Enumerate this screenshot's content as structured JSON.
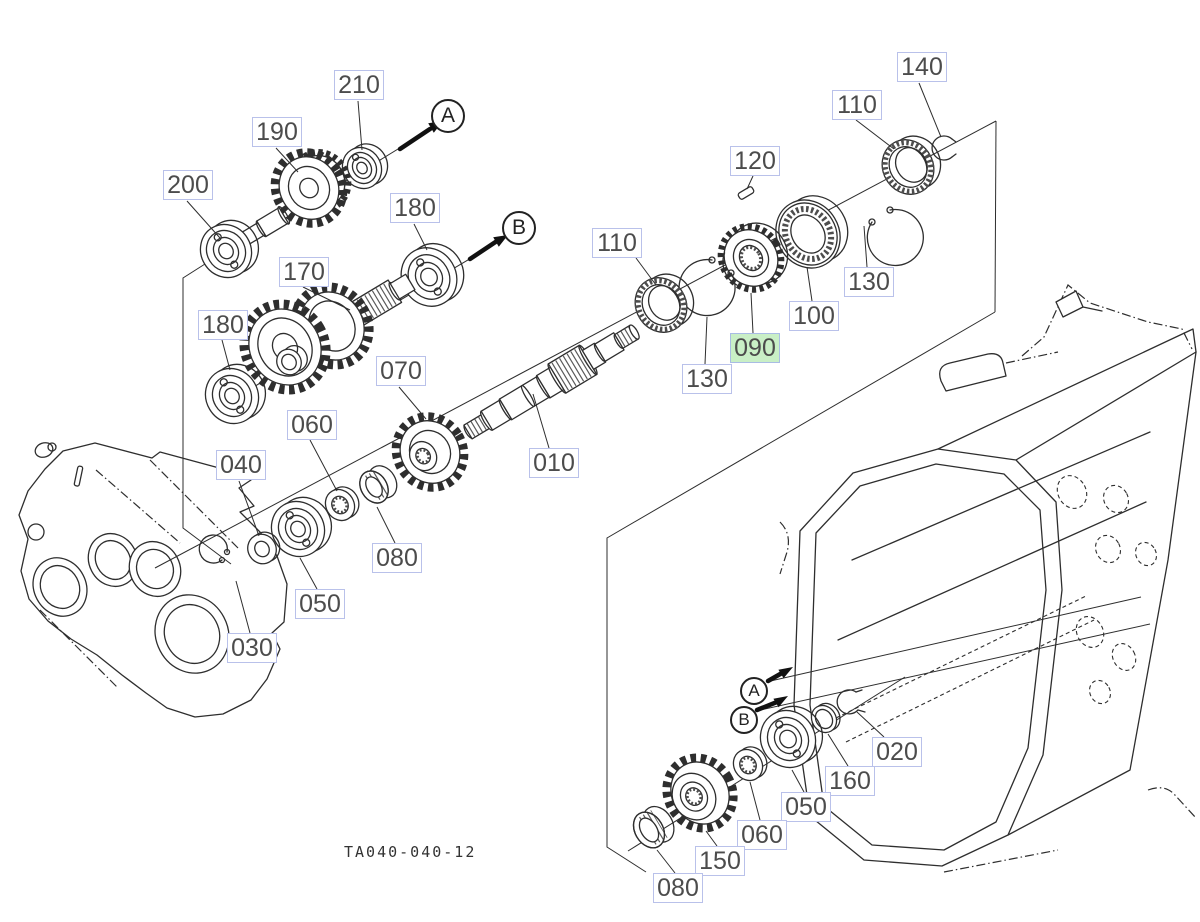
{
  "diagram": {
    "drawing_code": "TA040-040-12",
    "callouts": [
      {
        "ref": "210",
        "highlighted": false
      },
      {
        "ref": "190",
        "highlighted": false
      },
      {
        "ref": "200",
        "highlighted": false
      },
      {
        "ref": "180",
        "highlighted": false
      },
      {
        "ref": "170",
        "highlighted": false
      },
      {
        "ref": "180",
        "highlighted": false
      },
      {
        "ref": "110",
        "highlighted": false
      },
      {
        "ref": "120",
        "highlighted": false
      },
      {
        "ref": "140",
        "highlighted": false
      },
      {
        "ref": "110",
        "highlighted": false
      },
      {
        "ref": "130",
        "highlighted": false
      },
      {
        "ref": "100",
        "highlighted": false
      },
      {
        "ref": "090",
        "highlighted": true
      },
      {
        "ref": "130",
        "highlighted": false
      },
      {
        "ref": "010",
        "highlighted": false
      },
      {
        "ref": "070",
        "highlighted": false
      },
      {
        "ref": "060",
        "highlighted": false
      },
      {
        "ref": "040",
        "highlighted": false
      },
      {
        "ref": "080",
        "highlighted": false
      },
      {
        "ref": "050",
        "highlighted": false
      },
      {
        "ref": "030",
        "highlighted": false
      },
      {
        "ref": "020",
        "highlighted": false
      },
      {
        "ref": "160",
        "highlighted": false
      },
      {
        "ref": "050",
        "highlighted": false
      },
      {
        "ref": "060",
        "highlighted": false
      },
      {
        "ref": "150",
        "highlighted": false
      },
      {
        "ref": "080",
        "highlighted": false
      }
    ],
    "view_markers": [
      {
        "letter": "A"
      },
      {
        "letter": "B"
      },
      {
        "letter": "A"
      },
      {
        "letter": "B"
      }
    ],
    "colors": {
      "highlight_bg": "#c9efc6",
      "callout_border": "#b9c1ea",
      "line": "#2e2e2e",
      "text": "#4c4c4c"
    }
  }
}
